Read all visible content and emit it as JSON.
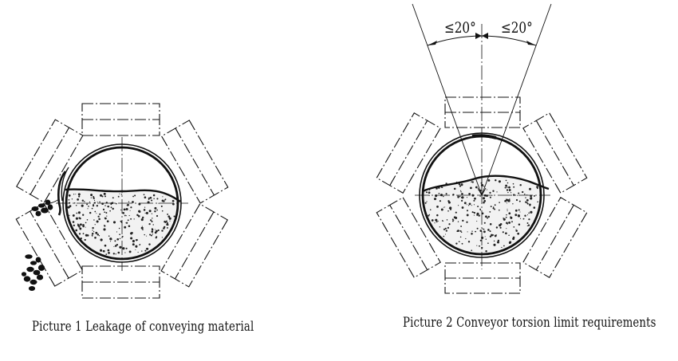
{
  "figure1": {
    "caption": "Picture 1 Leakage of conveying material"
  },
  "figure2": {
    "caption": "Picture 2 Conveyor torsion limit requirements",
    "angle_left": "≤20°",
    "angle_right": "≤20°"
  },
  "colors": {
    "line": "#111111",
    "background": "#ffffff"
  }
}
